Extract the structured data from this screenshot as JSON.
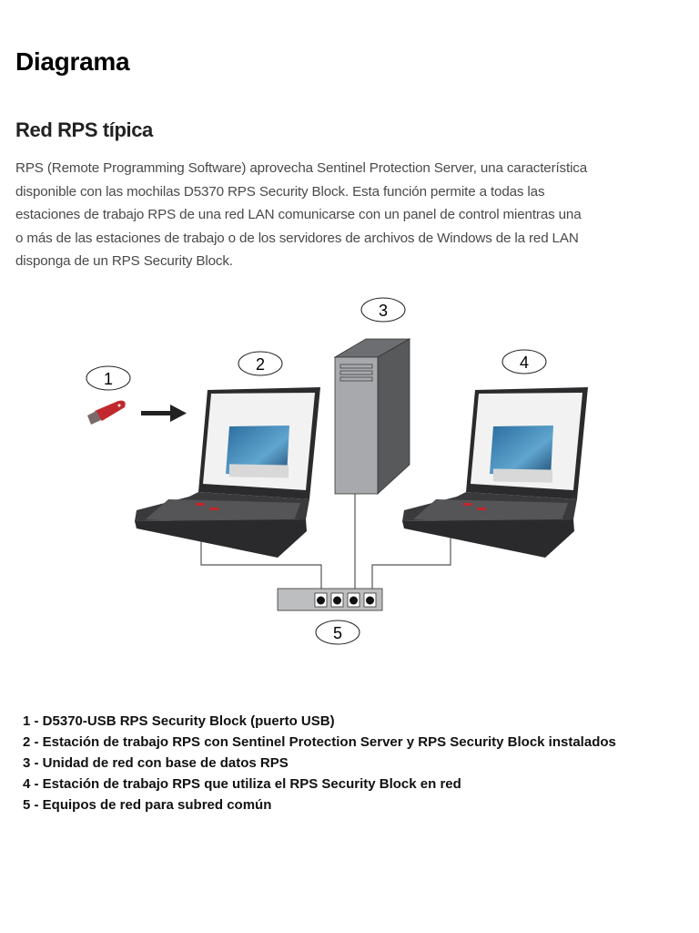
{
  "title": "Diagrama",
  "section": {
    "heading": "Red RPS típica",
    "paragraph_lines": [
      "RPS (Remote Programming Software) aprovecha Sentinel Protection Server, una característica",
      "disponible con las mochilas D5370 RPS Security Block. Esta función permite a todas las",
      "estaciones de trabajo RPS de una red LAN comunicarse con un panel de control mientras una",
      "o más de las estaciones de trabajo o de los servidores de archivos de Windows de la red LAN",
      "disponga de un RPS Security Block."
    ]
  },
  "diagram": {
    "callouts": [
      "1",
      "2",
      "3",
      "4",
      "5"
    ],
    "colors": {
      "usb": "#c0282d",
      "laptop": "#2b2b2d",
      "server": "#a7a9ac",
      "switch": "#bcbec0",
      "wire": "#555555"
    }
  },
  "legend": [
    "1 - D5370-USB RPS Security Block (puerto USB)",
    "2 - Estación de trabajo RPS con Sentinel Protection Server y RPS Security Block instalados",
    "3 - Unidad de red con base de datos RPS",
    "4 - Estación de trabajo RPS que utiliza el RPS Security Block en red",
    "5 - Equipos de red para subred común"
  ]
}
